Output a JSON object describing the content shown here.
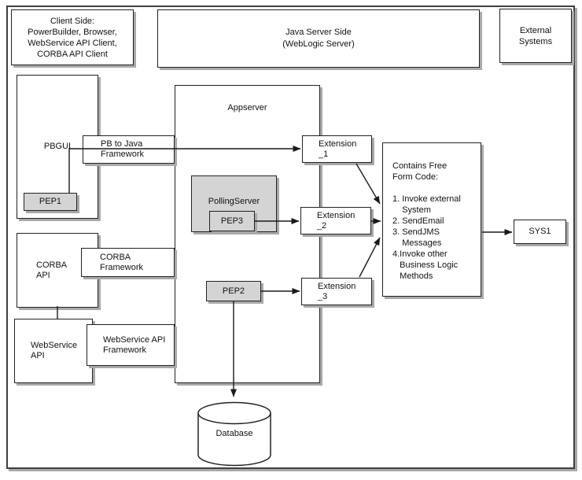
{
  "diagram": {
    "title_boxes": {
      "client_side": "Client Side:\nPowerBuilder, Browser,\nWebService API Client,\nCORBA API Client",
      "java_server_side": "Java Server Side\n(WebLogic Server)",
      "external_systems": "External\nSystems"
    },
    "nodes": {
      "pbgui": "PBGUI",
      "pep1": "PEP1",
      "pb_to_java_framework": "PB to Java\nFramework",
      "corba_api": "CORBA\nAPI",
      "corba_framework": "CORBA\nFramework",
      "webservice_api": "WebService\nAPI",
      "webservice_api_framework": "WebService API\nFramework",
      "appserver": "Appserver",
      "polling_server": "PollingServer",
      "pep3": "PEP3",
      "pep2": "PEP2",
      "extension_1": "Extension\n_1",
      "extension_2": "Extension\n_2",
      "extension_3": "Extension\n_3",
      "free_form_code": "Contains Free\nForm Code:\n\n1. Invoke external\n    System\n2. SendEmail\n3. SendJMS\n    Messages\n4.Invoke other\n   Business Logic\n   Methods",
      "sys1": "SYS1",
      "database": "Database"
    },
    "connections": [
      {
        "from": "PEP1",
        "to": "Extension _1",
        "arrow": true
      },
      {
        "from": "PEP3",
        "to": "Extension _2",
        "arrow": true
      },
      {
        "from": "PEP2",
        "to": "Extension _3",
        "arrow": true
      },
      {
        "from": "PEP2",
        "to": "Database",
        "arrow": true
      },
      {
        "from": "Extension _1",
        "to": "Free Form Code box",
        "arrow": true
      },
      {
        "from": "Extension _2",
        "to": "Free Form Code box",
        "arrow": true
      },
      {
        "from": "Extension _3",
        "to": "Free Form Code box",
        "arrow": true
      },
      {
        "from": "Free Form Code box",
        "to": "SYS1",
        "arrow": true
      },
      {
        "from": "CORBA API",
        "to": "WebService API",
        "arrow": false
      }
    ],
    "colors": {
      "node_fill_gray": "#d4d4d4",
      "node_fill_white": "#ffffff",
      "border": "#222222",
      "shadow": "#a9a9a9",
      "line": "#1a1a1a"
    }
  }
}
